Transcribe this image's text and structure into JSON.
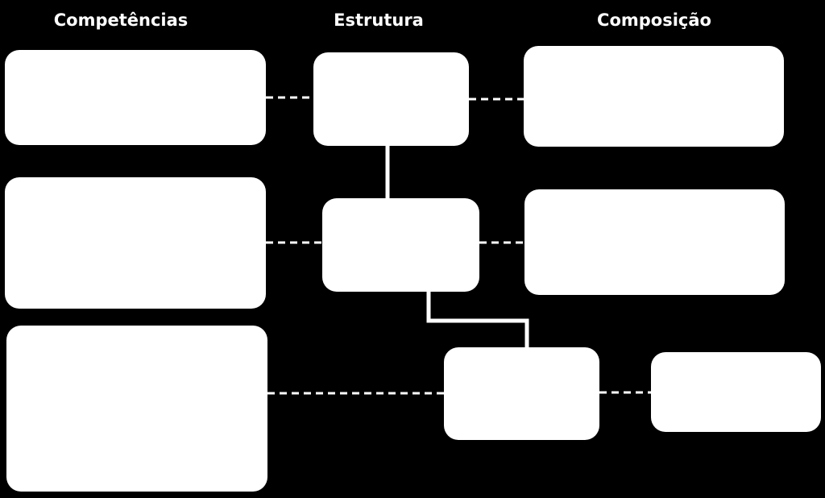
{
  "headers": {
    "competencias": "Competências",
    "estrutura": "Estrutura",
    "composicao": "Composição"
  },
  "colors": {
    "background": "#000000",
    "box_fill": "#ffffff",
    "text": "#ffffff",
    "connector": "#ffffff"
  }
}
